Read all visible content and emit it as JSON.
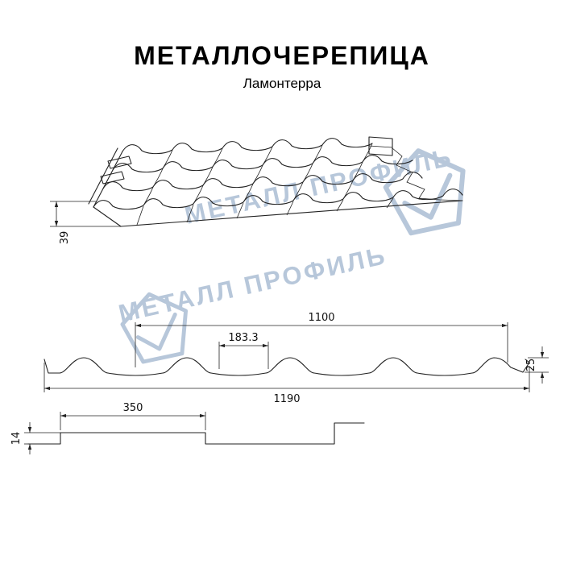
{
  "header": {
    "title": "МЕТАЛЛОЧЕРЕПИЦА",
    "subtitle": "Ламонтерра"
  },
  "watermark": {
    "text": "МЕТАЛЛ ПРОФИЛЬ",
    "color": "#b4c4d8"
  },
  "drawings": {
    "roof_view": {
      "eave_height": "39"
    },
    "cross_section": {
      "working_width": "1100",
      "wave_pitch": "183.3",
      "profile_height": "25",
      "overall_width": "1190"
    },
    "side_profile": {
      "step_length": "350",
      "step_height": "14"
    }
  }
}
